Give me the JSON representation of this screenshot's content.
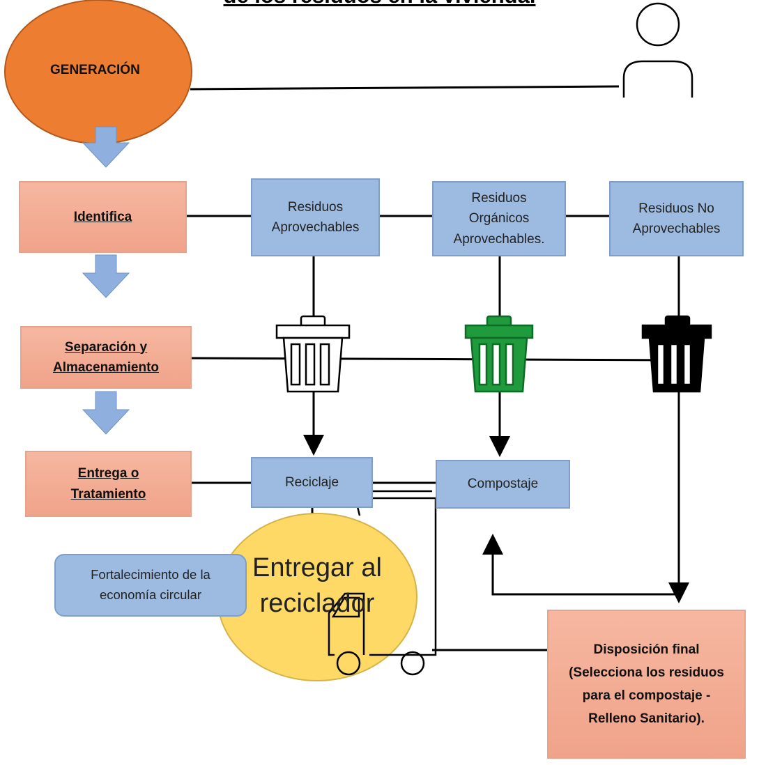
{
  "title": "de los residuos en la vivienda.",
  "generation": "GENERACIÓN",
  "steps": {
    "identifica": "Identifica",
    "separacion_1": "Separación y",
    "separacion_2": "Almacenamiento",
    "entrega_1": "Entrega o",
    "entrega_2": "Tratamiento"
  },
  "categories": {
    "aprovechables_1": "Residuos",
    "aprovechables_2": "Aprovechables",
    "organicos_1": "Residuos",
    "organicos_2": "Orgánicos",
    "organicos_3": "Aprovechables.",
    "no_aprovechables_1": "Residuos No",
    "no_aprovechables_2": "Aprovechables"
  },
  "treatment": {
    "reciclaje": "Reciclaje",
    "compostaje": "Compostaje"
  },
  "circular_1": "Fortalecimiento de la",
  "circular_2": "economía circular",
  "recycler_1": "Entregar al",
  "recycler_2": "reciclador",
  "final": {
    "line1": "Disposición final",
    "line2": "(Selecciona los residuos",
    "line3": "para el compostaje -",
    "line4": "Relleno Sanitario)."
  },
  "colors": {
    "generation": "#ed7d31",
    "step": "#f4b39b",
    "category": "#9dbbe0",
    "recycler": "#ffd966",
    "bin_white": "#ffffff",
    "bin_green": "#1f9a3c",
    "bin_black": "#000000"
  },
  "icons": [
    "person-icon",
    "white-bin-icon",
    "green-bin-icon",
    "black-bin-icon",
    "down-arrow-icon",
    "dump-truck-icon"
  ]
}
